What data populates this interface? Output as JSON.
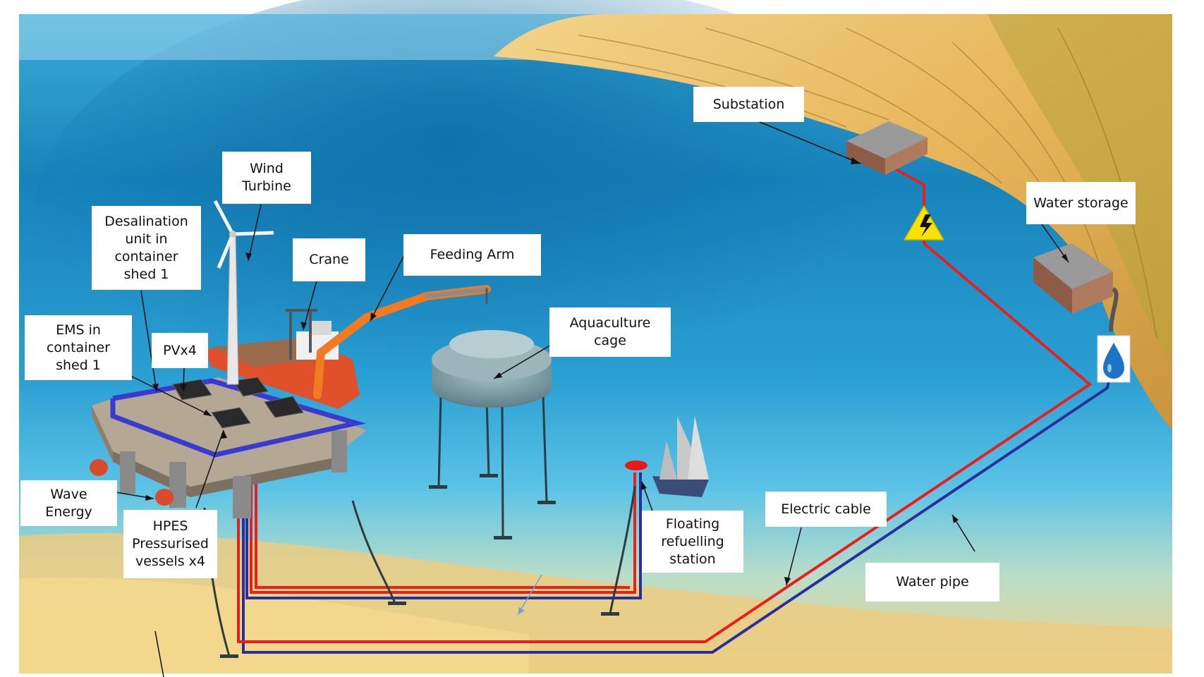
{
  "labels": {
    "substation": "Substation",
    "water_storage": "Water storage",
    "wind_turbine": "Wind\nTurbine",
    "desalination": "Desalination\nunit in\ncontainer\nshed 1",
    "crane": "Crane",
    "feeding_arm": "Feeding Arm",
    "aquaculture_cage": "Aquaculture\ncage",
    "ems": "EMS in\ncontainer\nshed 1",
    "pv": "PVx4",
    "wave_energy": "Wave\nEnergy",
    "hpes": "HPES\nPressurised\nvessels x4",
    "floating_station": "Floating\nrefuelling\nstation",
    "electric_cable": "Electric cable",
    "water_pipe": "Water pipe"
  },
  "colors": {
    "sea_deep": "#1f8fc4",
    "sea_light": "#56c2e6",
    "seabed": "#f2d48a",
    "cliff": "#e3b45a",
    "electric_cable": "#e8201c",
    "water_pipe": "#2a2f9c",
    "boom": "#f07b22",
    "hazard": "#f7e200"
  },
  "icons": [
    "lightning-hazard-icon",
    "water-drop-icon"
  ]
}
